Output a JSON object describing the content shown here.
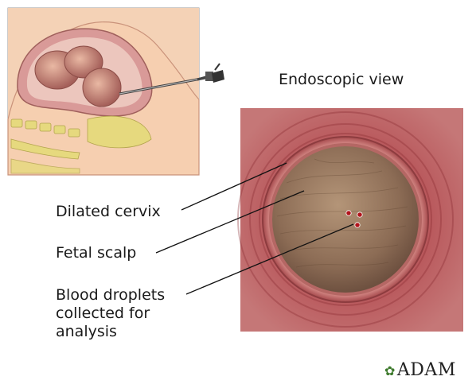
{
  "view_title": "Endoscopic view",
  "labels": {
    "dilated_cervix": "Dilated cervix",
    "fetal_scalp": "Fetal scalp",
    "blood_droplets": [
      "Blood droplets",
      "collected for",
      "analysis"
    ]
  },
  "logo": {
    "text": "ADAM"
  },
  "colors": {
    "outer_tissue": "#b04a4e",
    "cervix_ring": "#d98a86",
    "scalp": "#9a7b62",
    "skin": "#f3c7a3",
    "uterus": "#d9a0a0",
    "bone": "#e4d77a",
    "logo_leaf": "#3d7a2c"
  }
}
